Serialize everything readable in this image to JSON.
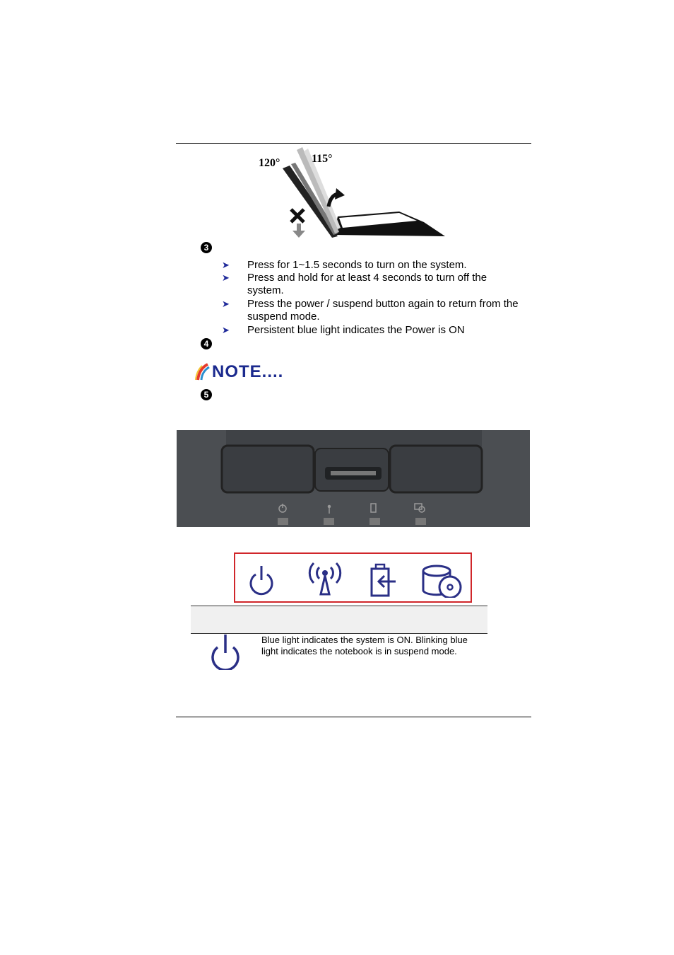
{
  "figure_angle": {
    "label_120": "120°",
    "label_115": "115°"
  },
  "items": {
    "item3_number": "3",
    "item4_number": "4",
    "item5_number": "5"
  },
  "power_bullets": [
    "Press for 1~1.5 seconds to turn on the system.",
    "Press and hold for at least 4 seconds to turn off the system.",
    "Press the power / suspend button again to return from the suspend mode.",
    "Persistent blue light indicates the Power is ON"
  ],
  "note": {
    "logo_text": "NOTE...."
  },
  "led_icons": [
    "power-icon",
    "wireless-icon",
    "battery-icon",
    "storage-icon"
  ],
  "led_table": {
    "row1_icon": "power-icon",
    "row1_description": "Blue light indicates the system is ON. Blinking blue light indicates the notebook is in suspend mode."
  },
  "colors": {
    "icon_blue": "#2a2f86",
    "box_red": "#d0262a",
    "bullet_arrow": "#1f2a9a"
  }
}
